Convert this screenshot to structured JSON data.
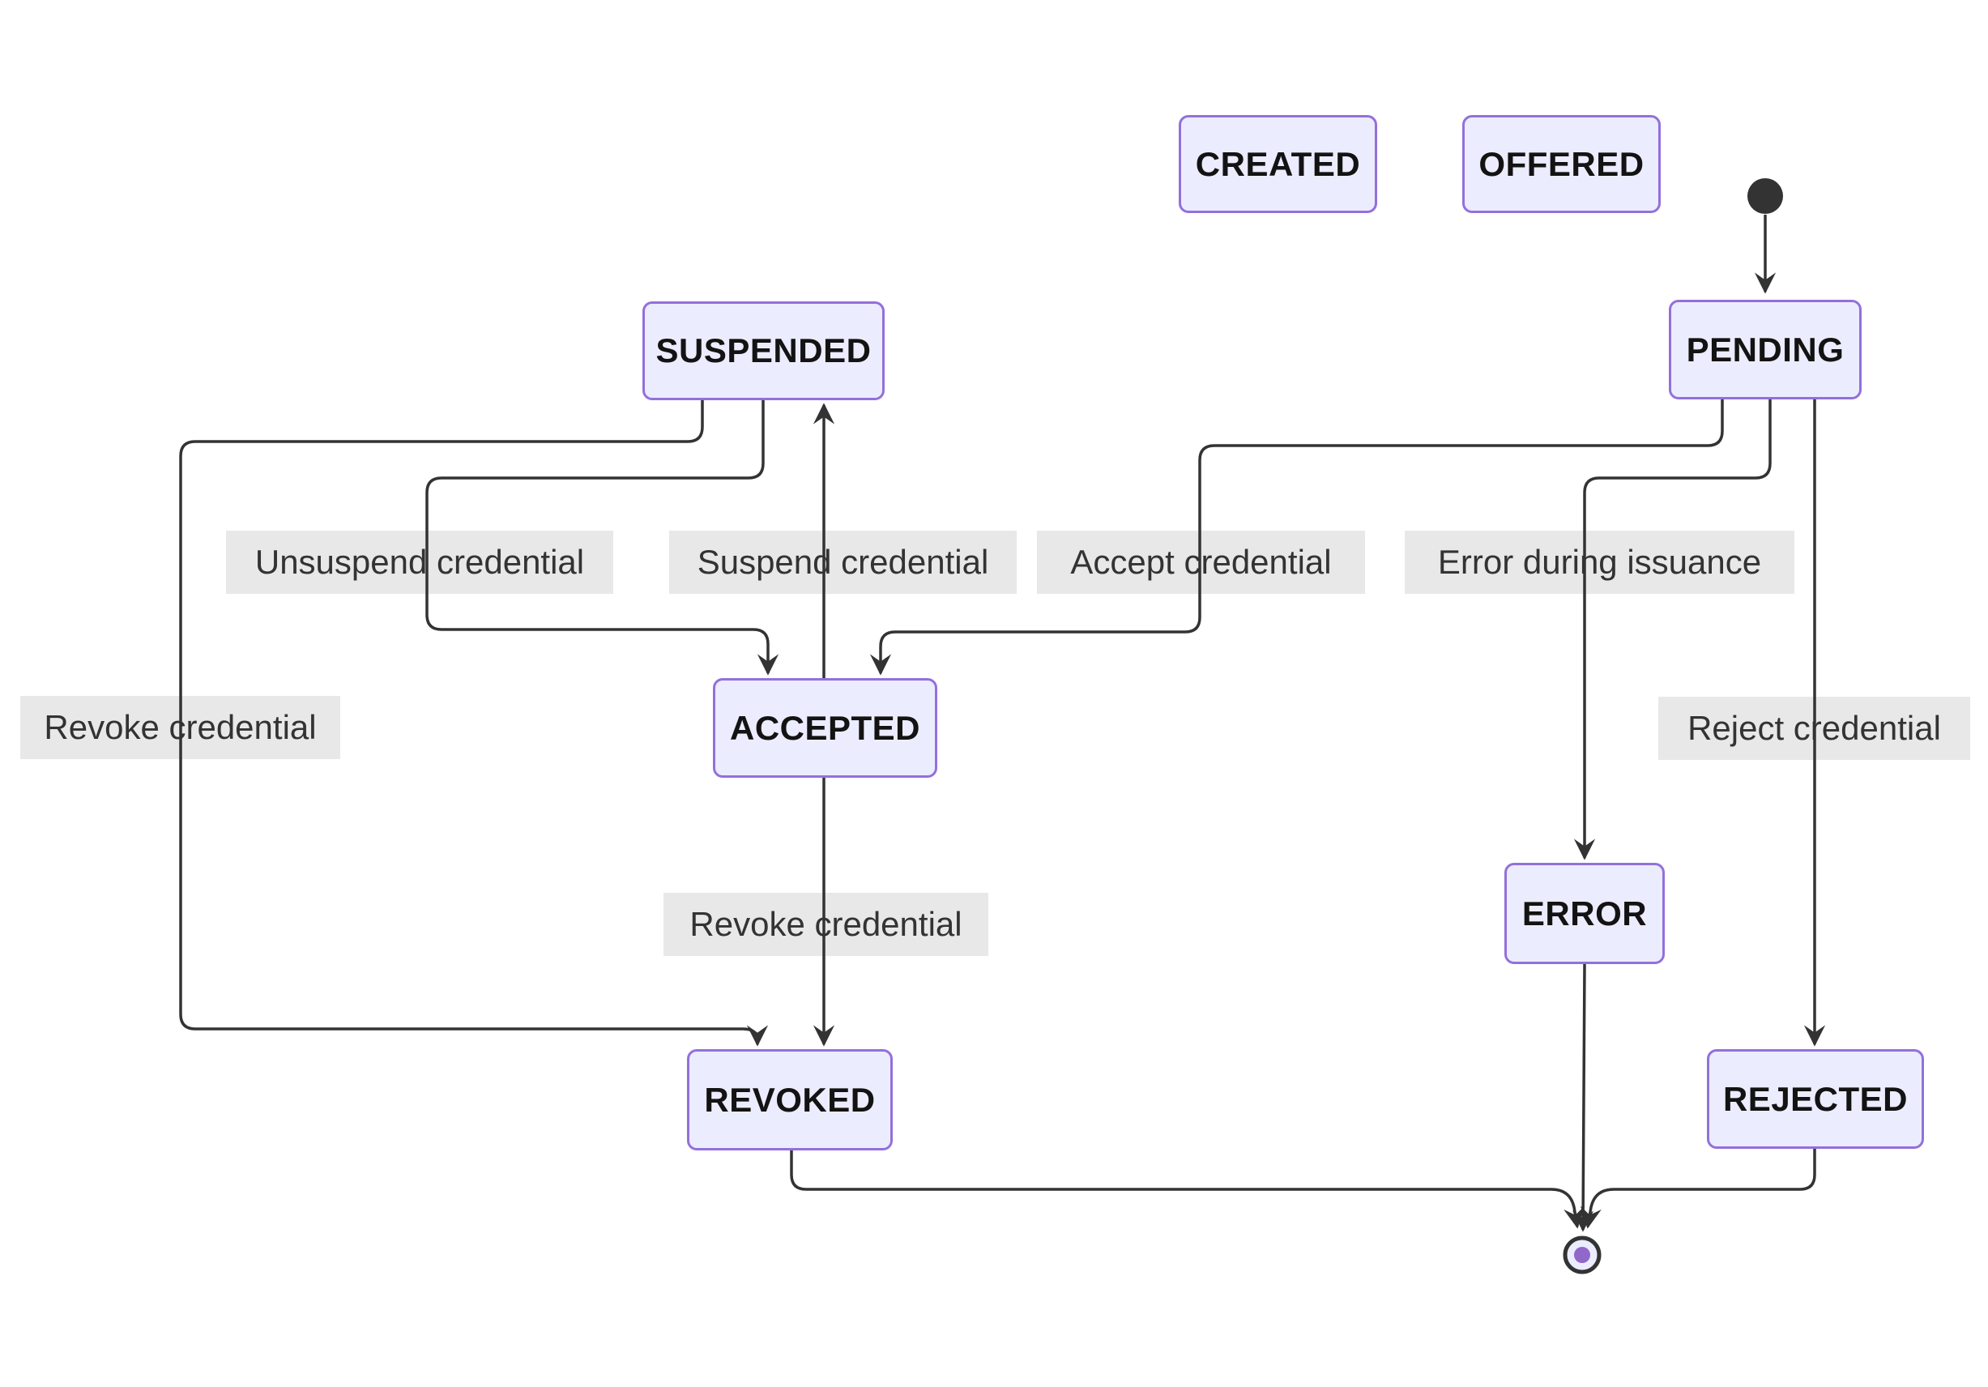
{
  "diagram": {
    "kind": "state-diagram",
    "states": {
      "created": "CREATED",
      "offered": "OFFERED",
      "pending": "PENDING",
      "suspended": "SUSPENDED",
      "accepted": "ACCEPTED",
      "error": "ERROR",
      "revoked": "REVOKED",
      "rejected": "REJECTED"
    },
    "edge_labels": {
      "unsuspend": "Unsuspend credential",
      "suspend": "Suspend credential",
      "accept": "Accept credential",
      "error_issuance": "Error during issuance",
      "revoke_from_suspended": "Revoke credential",
      "revoke_from_accepted": "Revoke credential",
      "reject": "Reject credential"
    },
    "transitions": [
      {
        "from": "[*]",
        "to": "PENDING",
        "label": ""
      },
      {
        "from": "PENDING",
        "to": "ACCEPTED",
        "label": "Accept credential"
      },
      {
        "from": "PENDING",
        "to": "ERROR",
        "label": "Error during issuance"
      },
      {
        "from": "PENDING",
        "to": "REJECTED",
        "label": "Reject credential"
      },
      {
        "from": "SUSPENDED",
        "to": "ACCEPTED",
        "label": "Unsuspend credential"
      },
      {
        "from": "ACCEPTED",
        "to": "SUSPENDED",
        "label": "Suspend credential"
      },
      {
        "from": "SUSPENDED",
        "to": "REVOKED",
        "label": "Revoke credential"
      },
      {
        "from": "ACCEPTED",
        "to": "REVOKED",
        "label": "Revoke credential"
      },
      {
        "from": "REVOKED",
        "to": "[*]",
        "label": ""
      },
      {
        "from": "ERROR",
        "to": "[*]",
        "label": ""
      },
      {
        "from": "REJECTED",
        "to": "[*]",
        "label": ""
      }
    ],
    "colors": {
      "node_fill": "#ECECFF",
      "node_border": "#9370DB",
      "node_text": "#131313",
      "edge_line": "#333333",
      "label_bg": "#e8e8e8",
      "label_text": "#333333",
      "start_dot": "#333333",
      "final_ring": "#333333",
      "final_inner_dot": "#9068c9",
      "background": "#ffffff"
    }
  }
}
